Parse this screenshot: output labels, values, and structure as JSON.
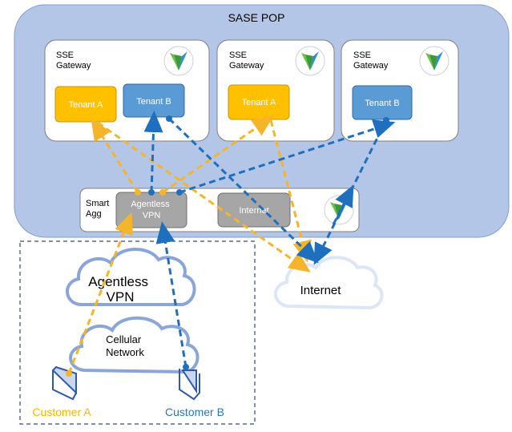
{
  "title": "SASE POP",
  "gateways": [
    {
      "label_line1": "SSE",
      "label_line2": "Gateway",
      "tenants": [
        "Tenant A",
        "Tenant B"
      ]
    },
    {
      "label_line1": "SSE",
      "label_line2": "Gateway",
      "tenants": [
        "Tenant A"
      ]
    },
    {
      "label_line1": "SSE",
      "label_line2": "Gateway",
      "tenants": [
        "Tenant B"
      ]
    }
  ],
  "smart_agg": {
    "label_line1": "Smart",
    "label_line2": "Agg",
    "vpn_line1": "Agentless",
    "vpn_line2": "VPN",
    "internet": "Internet"
  },
  "clouds": {
    "internet": "Internet",
    "agentless_line1": "Agentless",
    "agentless_line2": "VPN",
    "cellular_line1": "Cellular",
    "cellular_line2": "Network"
  },
  "customers": {
    "a": "Customer A",
    "b": "Customer B"
  },
  "colors": {
    "pop_fill": "#b4c6e7",
    "tenant_a": "#ffc000",
    "tenant_b": "#5b9bd5",
    "path_a": "#f5b52a",
    "path_b": "#1f6fbf",
    "customer_a_text": "#f2b800",
    "customer_b_text": "#2e75b6",
    "vpn_box": "#a6a6a6"
  }
}
